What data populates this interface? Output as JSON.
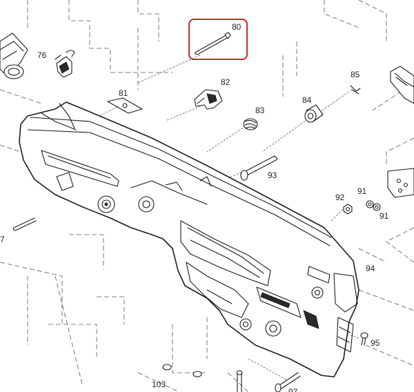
{
  "callouts": {
    "c76": "76",
    "c80": "80",
    "c81": "81",
    "c82": "82",
    "c83": "83",
    "c84": "84",
    "c85": "85",
    "c93": "93",
    "c92": "92",
    "c91a": "91",
    "c91b": "91",
    "c94": "94",
    "c95": "95",
    "c103": "103",
    "c7": "7",
    "c97": "97"
  },
  "colors": {
    "highlight": "#d2232a",
    "line": "#1a1a1a",
    "background": "#ffffff"
  }
}
